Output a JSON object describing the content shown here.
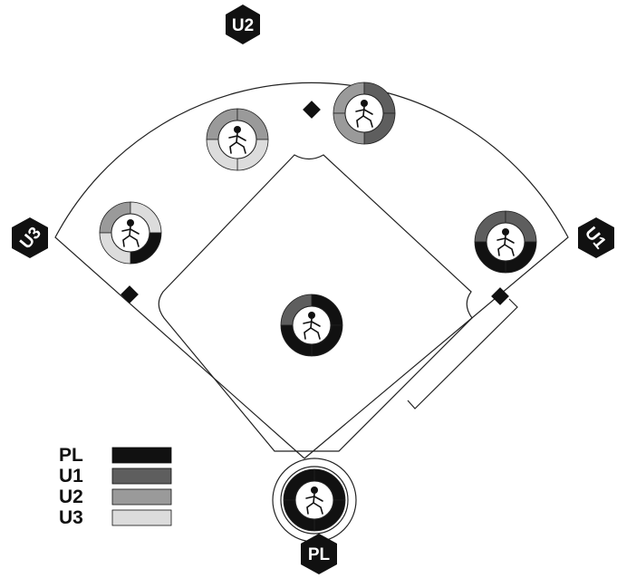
{
  "badges": {
    "u2": "U2",
    "u3": "U3",
    "u1": "U1",
    "pl": "PL"
  },
  "legend": [
    {
      "label": "PL",
      "color": "#111111"
    },
    {
      "label": "U1",
      "color": "#5e5e5e"
    },
    {
      "label": "U2",
      "color": "#9a9a9a"
    },
    {
      "label": "U3",
      "color": "#dcdcdc"
    }
  ],
  "colors": {
    "pl": "#111111",
    "u1": "#5e5e5e",
    "u2": "#9a9a9a",
    "u3": "#dcdcdc",
    "badge": "#111111",
    "line": "#222222"
  },
  "fielders": [
    {
      "name": "pitcher",
      "quadrants": [
        "u1",
        "pl",
        "pl",
        "pl"
      ]
    },
    {
      "name": "catcher",
      "quadrants": [
        "pl",
        "pl",
        "pl",
        "pl"
      ]
    },
    {
      "name": "first-baseman",
      "quadrants": [
        "u1",
        "u1",
        "pl",
        "pl"
      ]
    },
    {
      "name": "second-baseman",
      "quadrants": [
        "u2",
        "u1",
        "u1",
        "u2"
      ]
    },
    {
      "name": "shortstop",
      "quadrants": [
        "u2",
        "u2",
        "u3",
        "u3"
      ]
    },
    {
      "name": "third-baseman",
      "quadrants": [
        "u2",
        "u3",
        "pl",
        "u3"
      ]
    }
  ]
}
